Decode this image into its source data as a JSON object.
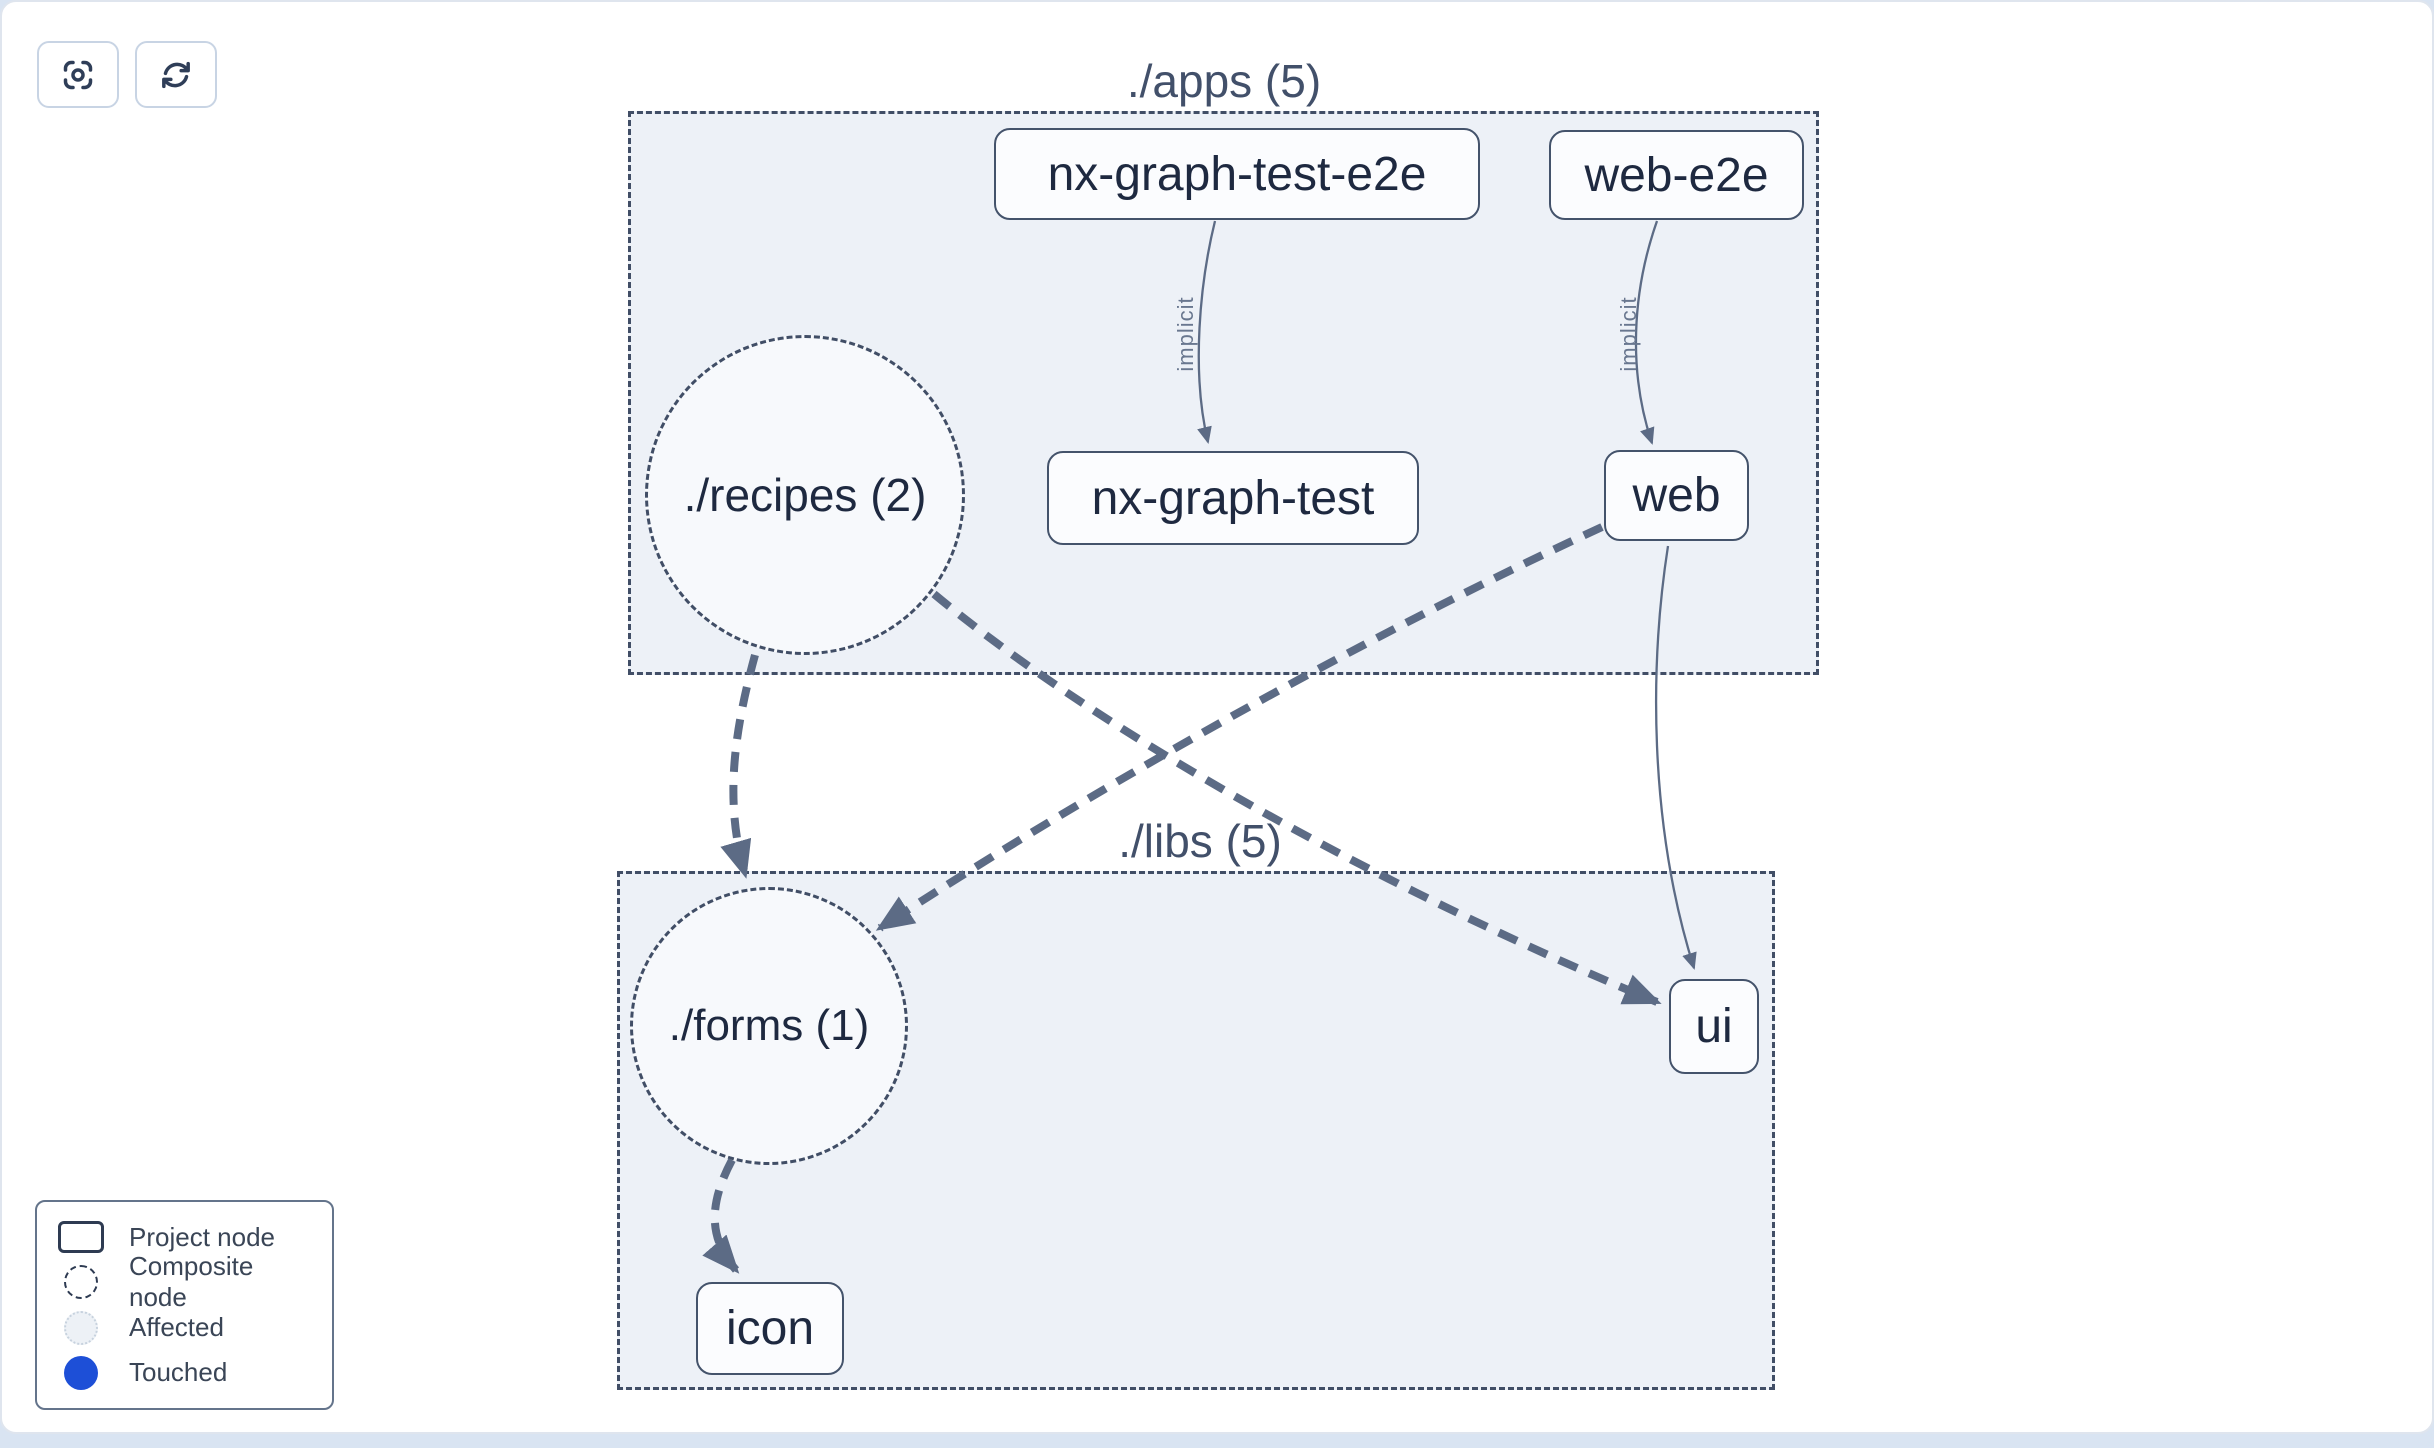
{
  "toolbar": {
    "focus_button": "focus-graph",
    "refresh_button": "refresh-graph"
  },
  "groups": {
    "apps": {
      "label": "./apps (5)"
    },
    "libs": {
      "label": "./libs (5)"
    }
  },
  "nodes": [
    {
      "id": "nx-graph-test-e2e",
      "label": "nx-graph-test-e2e",
      "kind": "project",
      "group": "apps"
    },
    {
      "id": "web-e2e",
      "label": "web-e2e",
      "kind": "project",
      "group": "apps"
    },
    {
      "id": "recipes",
      "label": "./recipes (2)",
      "kind": "composite",
      "group": "apps"
    },
    {
      "id": "nx-graph-test",
      "label": "nx-graph-test",
      "kind": "project",
      "group": "apps"
    },
    {
      "id": "web",
      "label": "web",
      "kind": "project",
      "group": "apps"
    },
    {
      "id": "forms",
      "label": "./forms (1)",
      "kind": "composite",
      "group": "libs"
    },
    {
      "id": "ui",
      "label": "ui",
      "kind": "project",
      "group": "libs"
    },
    {
      "id": "icon",
      "label": "icon",
      "kind": "project",
      "group": "libs"
    }
  ],
  "edges": [
    {
      "from": "nx-graph-test-e2e",
      "to": "nx-graph-test",
      "type": "implicit",
      "label": "implicit"
    },
    {
      "from": "web-e2e",
      "to": "web",
      "type": "implicit",
      "label": "implicit"
    },
    {
      "from": "./recipes (2)",
      "to": "./forms (1)",
      "type": "dependency",
      "label": ""
    },
    {
      "from": "./recipes (2)",
      "to": "ui",
      "type": "dependency",
      "label": ""
    },
    {
      "from": "web",
      "to": "./forms (1)",
      "type": "dependency",
      "label": ""
    },
    {
      "from": "web",
      "to": "ui",
      "type": "implicit",
      "label": ""
    },
    {
      "from": "./forms (1)",
      "to": "icon",
      "type": "dependency",
      "label": ""
    }
  ],
  "legend": {
    "items": [
      {
        "label": "Project node",
        "swatch": "project-rect"
      },
      {
        "label": "Composite node",
        "swatch": "dashed-circle"
      },
      {
        "label": "Affected",
        "swatch": "affected-circle"
      },
      {
        "label": "Touched",
        "swatch": "touched-circle"
      }
    ]
  },
  "colors": {
    "group_fill": "#edf1f7",
    "group_border": "#414e66",
    "node_border": "#44536b",
    "node_text": "#1e2940",
    "edge": "#5c6b85",
    "implicit_text": "#69778f",
    "touched_blue": "#1d4fd7",
    "affected_fill": "#edf1f6",
    "page_background": "#ffffff",
    "outer_background": "#d9e4f2"
  }
}
